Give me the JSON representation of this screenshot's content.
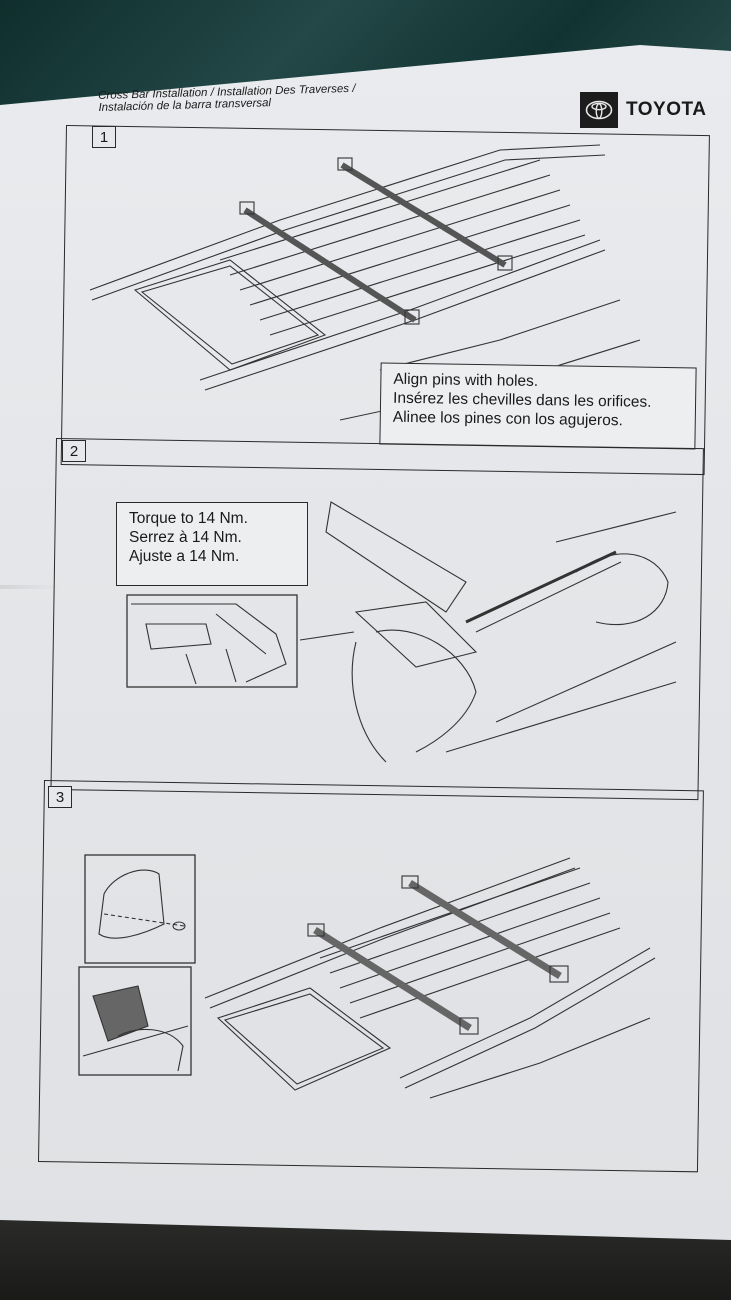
{
  "header": {
    "title_line1": "Cross Bar Installation / Installation Des Traverses /",
    "title_line2": "Instalación de la barra transversal"
  },
  "brand": {
    "name": "TOYOTA",
    "logo_icon": "toyota-emblem-icon"
  },
  "steps": [
    {
      "number": "1",
      "note": [
        "Align pins with holes.",
        "Insérez les chevilles dans les orifices.",
        "Alinee los pines con los agujeros."
      ]
    },
    {
      "number": "2",
      "note": [
        "Torque to 14 Nm.",
        "Serrez à 14 Nm.",
        "Ajuste a 14 Nm."
      ]
    },
    {
      "number": "3",
      "note": []
    }
  ]
}
